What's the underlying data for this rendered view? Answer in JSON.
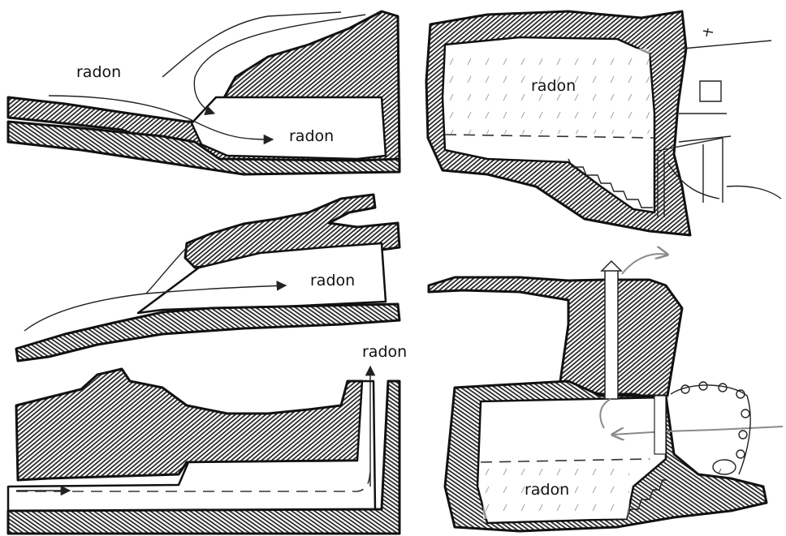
{
  "labels": {
    "panel1_outside": "radon",
    "panel1_inside": "radon",
    "panel2_room": "radon",
    "panel3_inside": "radon",
    "panel4_chimney": "radon",
    "panel5_floor": "radon"
  }
}
